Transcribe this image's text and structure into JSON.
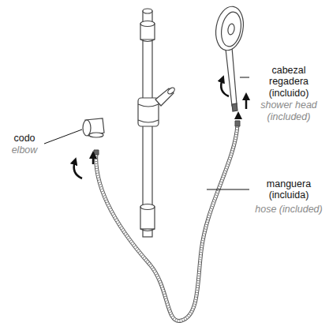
{
  "diagram": {
    "labels": [
      "cabezal regadera (incluido)",
      "shower head (included)",
      "codo",
      "elbow",
      "manguera (incluida)",
      "hose (included)"
    ]
  }
}
